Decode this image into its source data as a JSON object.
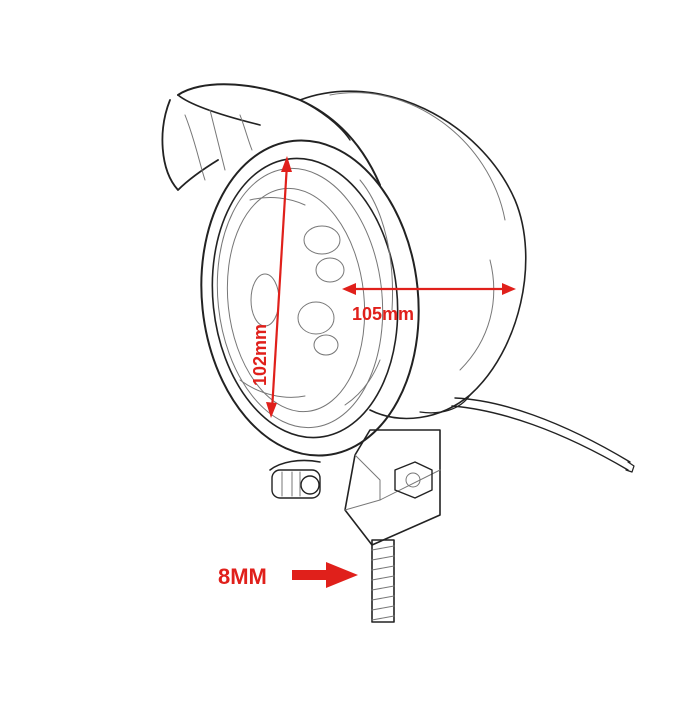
{
  "dimensions": {
    "height_label": "102mm",
    "width_label": "105mm",
    "bolt_label": "8MM"
  },
  "colors": {
    "dimension": "#e0201b",
    "line": "#222222",
    "background": "#ffffff"
  }
}
